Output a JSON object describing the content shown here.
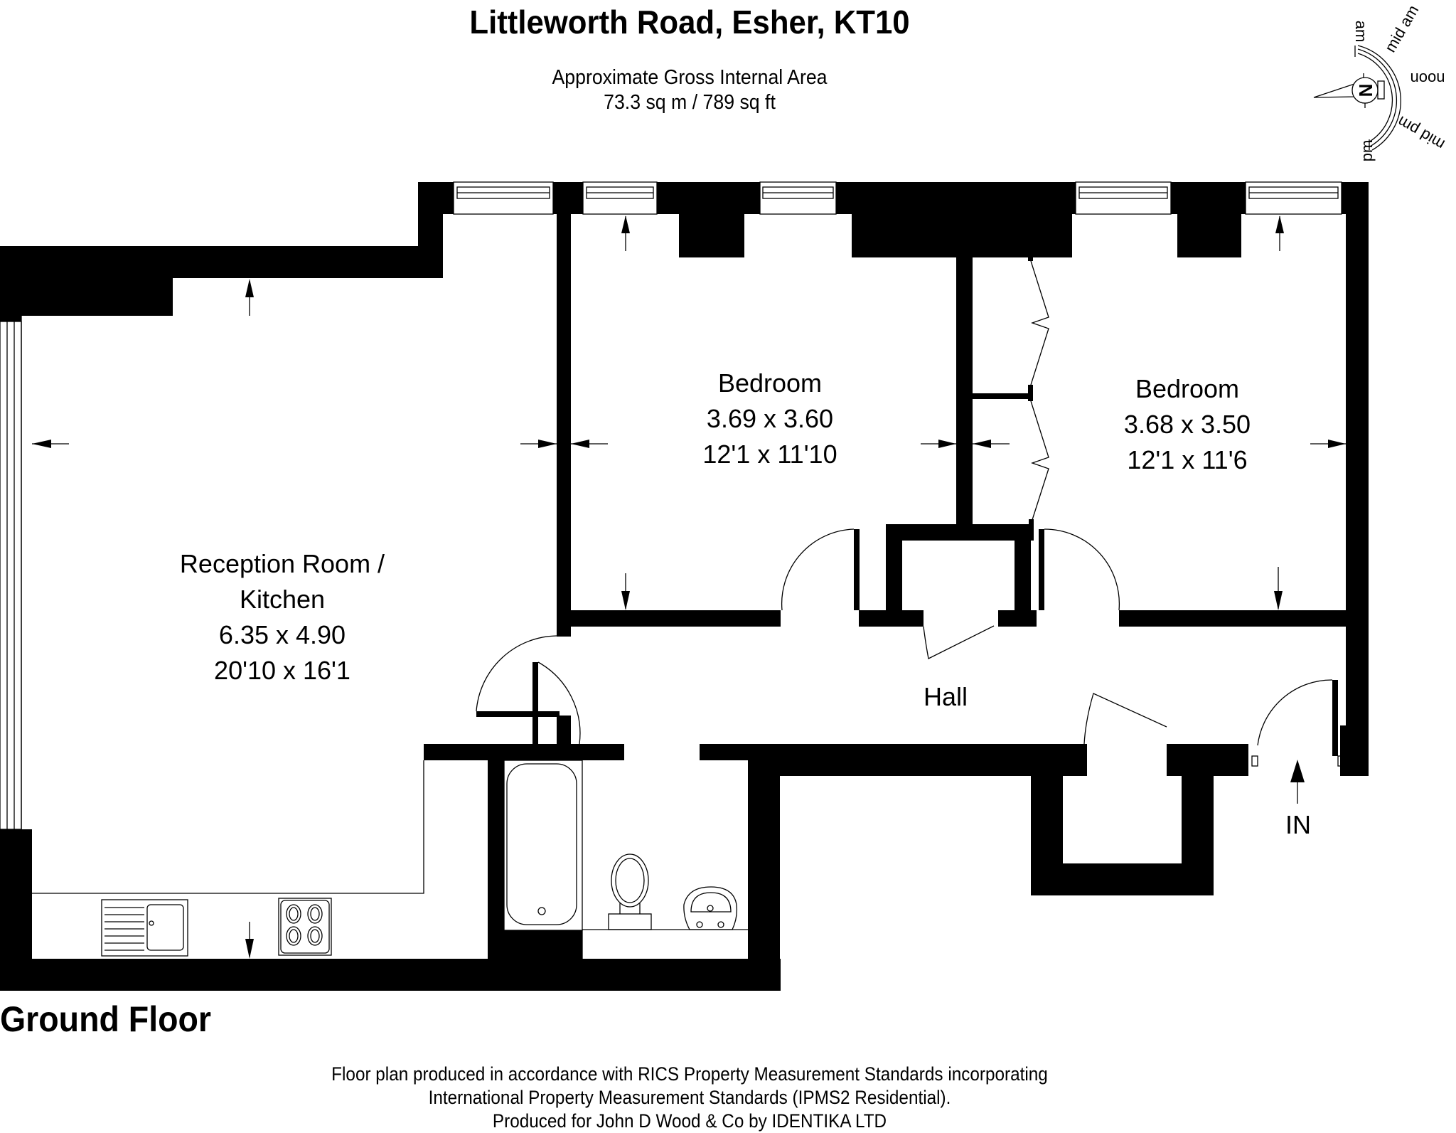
{
  "header": {
    "title": "Littleworth Road, Esher, KT10",
    "area_label": "Approximate Gross Internal Area",
    "area_value": "73.3 sq m / 789 sq ft"
  },
  "compass": {
    "north_label": "N",
    "labels": [
      "am",
      "mid am",
      "noon",
      "mid pm",
      "pm"
    ]
  },
  "rooms": [
    {
      "name_line1": "Reception Room /",
      "name_line2": "Kitchen",
      "metric": "6.35 x 4.90",
      "imperial": "20'10 x 16'1"
    },
    {
      "name_line1": "Bedroom",
      "metric": "3.69 x 3.60",
      "imperial": "12'1 x 11'10"
    },
    {
      "name_line1": "Bedroom",
      "metric": "3.68 x 3.50",
      "imperial": "12'1 x 11'6"
    },
    {
      "name_line1": "Hall"
    }
  ],
  "entrance_label": "IN",
  "floor_label": "Ground Floor",
  "footer": {
    "line1": "Floor plan produced in accordance with RICS Property Measurement Standards incorporating",
    "line2": "International Property Measurement Standards (IPMS2 Residential).",
    "line3": "Produced for John D Wood & Co by IDENTIKA LTD"
  }
}
